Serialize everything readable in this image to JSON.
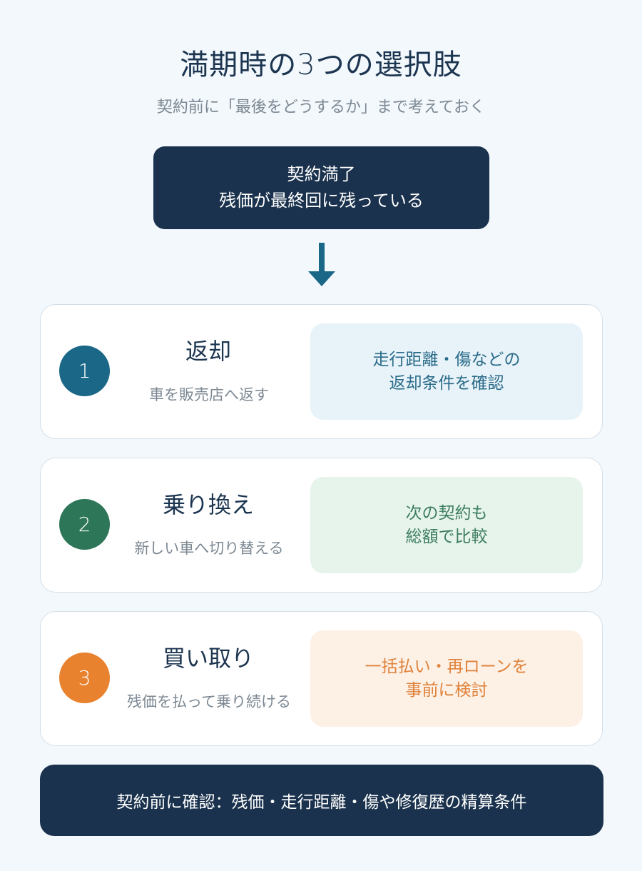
{
  "title": "満期時の3つの選択肢",
  "subtitle": "契約前に「最後をどうするか」まで考えておく",
  "top_box": {
    "line1": "契約満了",
    "line2": "残価が最終回に残っている"
  },
  "options": [
    {
      "number": "1",
      "title": "返却",
      "description": "車を販売店へ返す",
      "note_line1": "走行距離・傷などの",
      "note_line2": "返却条件を確認",
      "color": "#1a6787"
    },
    {
      "number": "2",
      "title": "乗り換え",
      "description": "新しい車へ切り替える",
      "note_line1": "次の契約も",
      "note_line2": "総額で比較",
      "color": "#2d7657"
    },
    {
      "number": "3",
      "title": "買い取り",
      "description": "残価を払って乗り続ける",
      "note_line1": "一括払い・再ローンを",
      "note_line2": "事前に検討",
      "color": "#e8822e"
    }
  ],
  "bottom_note": "契約前に確認：残価・走行距離・傷や修復歴の精算条件",
  "icons": {
    "arrow": "arrow-down-icon"
  },
  "colors": {
    "navy": "#1a324d",
    "background": "#f3f8fc"
  }
}
